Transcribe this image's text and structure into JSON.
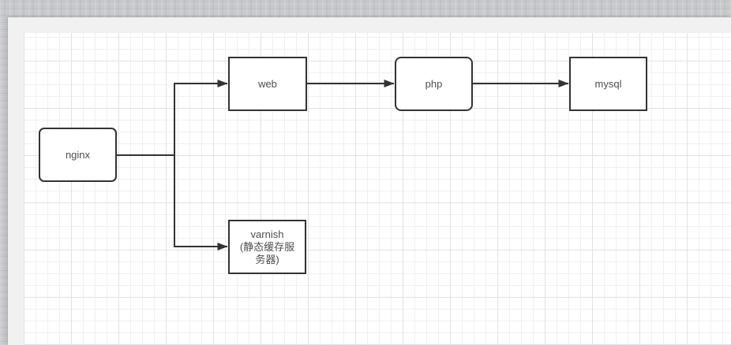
{
  "canvas": {
    "background": "grid",
    "page_color": "#f1f1f2",
    "grid_minor_color": "#f0f0f2",
    "grid_major_color": "#e2e2e6"
  },
  "style": {
    "node_border_color": "#333333",
    "node_fill_color": "#ffffff",
    "node_text_color": "#4d4d4d",
    "connector_color": "#333333"
  },
  "nodes": [
    {
      "id": "nginx",
      "label": "nginx",
      "sublabel": ""
    },
    {
      "id": "web",
      "label": "web",
      "sublabel": ""
    },
    {
      "id": "php",
      "label": "php",
      "sublabel": ""
    },
    {
      "id": "mysql",
      "label": "mysql",
      "sublabel": ""
    },
    {
      "id": "varnish",
      "label": "varnish",
      "sublabel": "(静态缓存服务器)"
    }
  ],
  "connectors": [
    {
      "from": "nginx",
      "to": "web",
      "arrow": "end"
    },
    {
      "from": "nginx",
      "to": "varnish",
      "arrow": "end"
    },
    {
      "from": "web",
      "to": "php",
      "arrow": "end"
    },
    {
      "from": "php",
      "to": "mysql",
      "arrow": "end"
    }
  ]
}
